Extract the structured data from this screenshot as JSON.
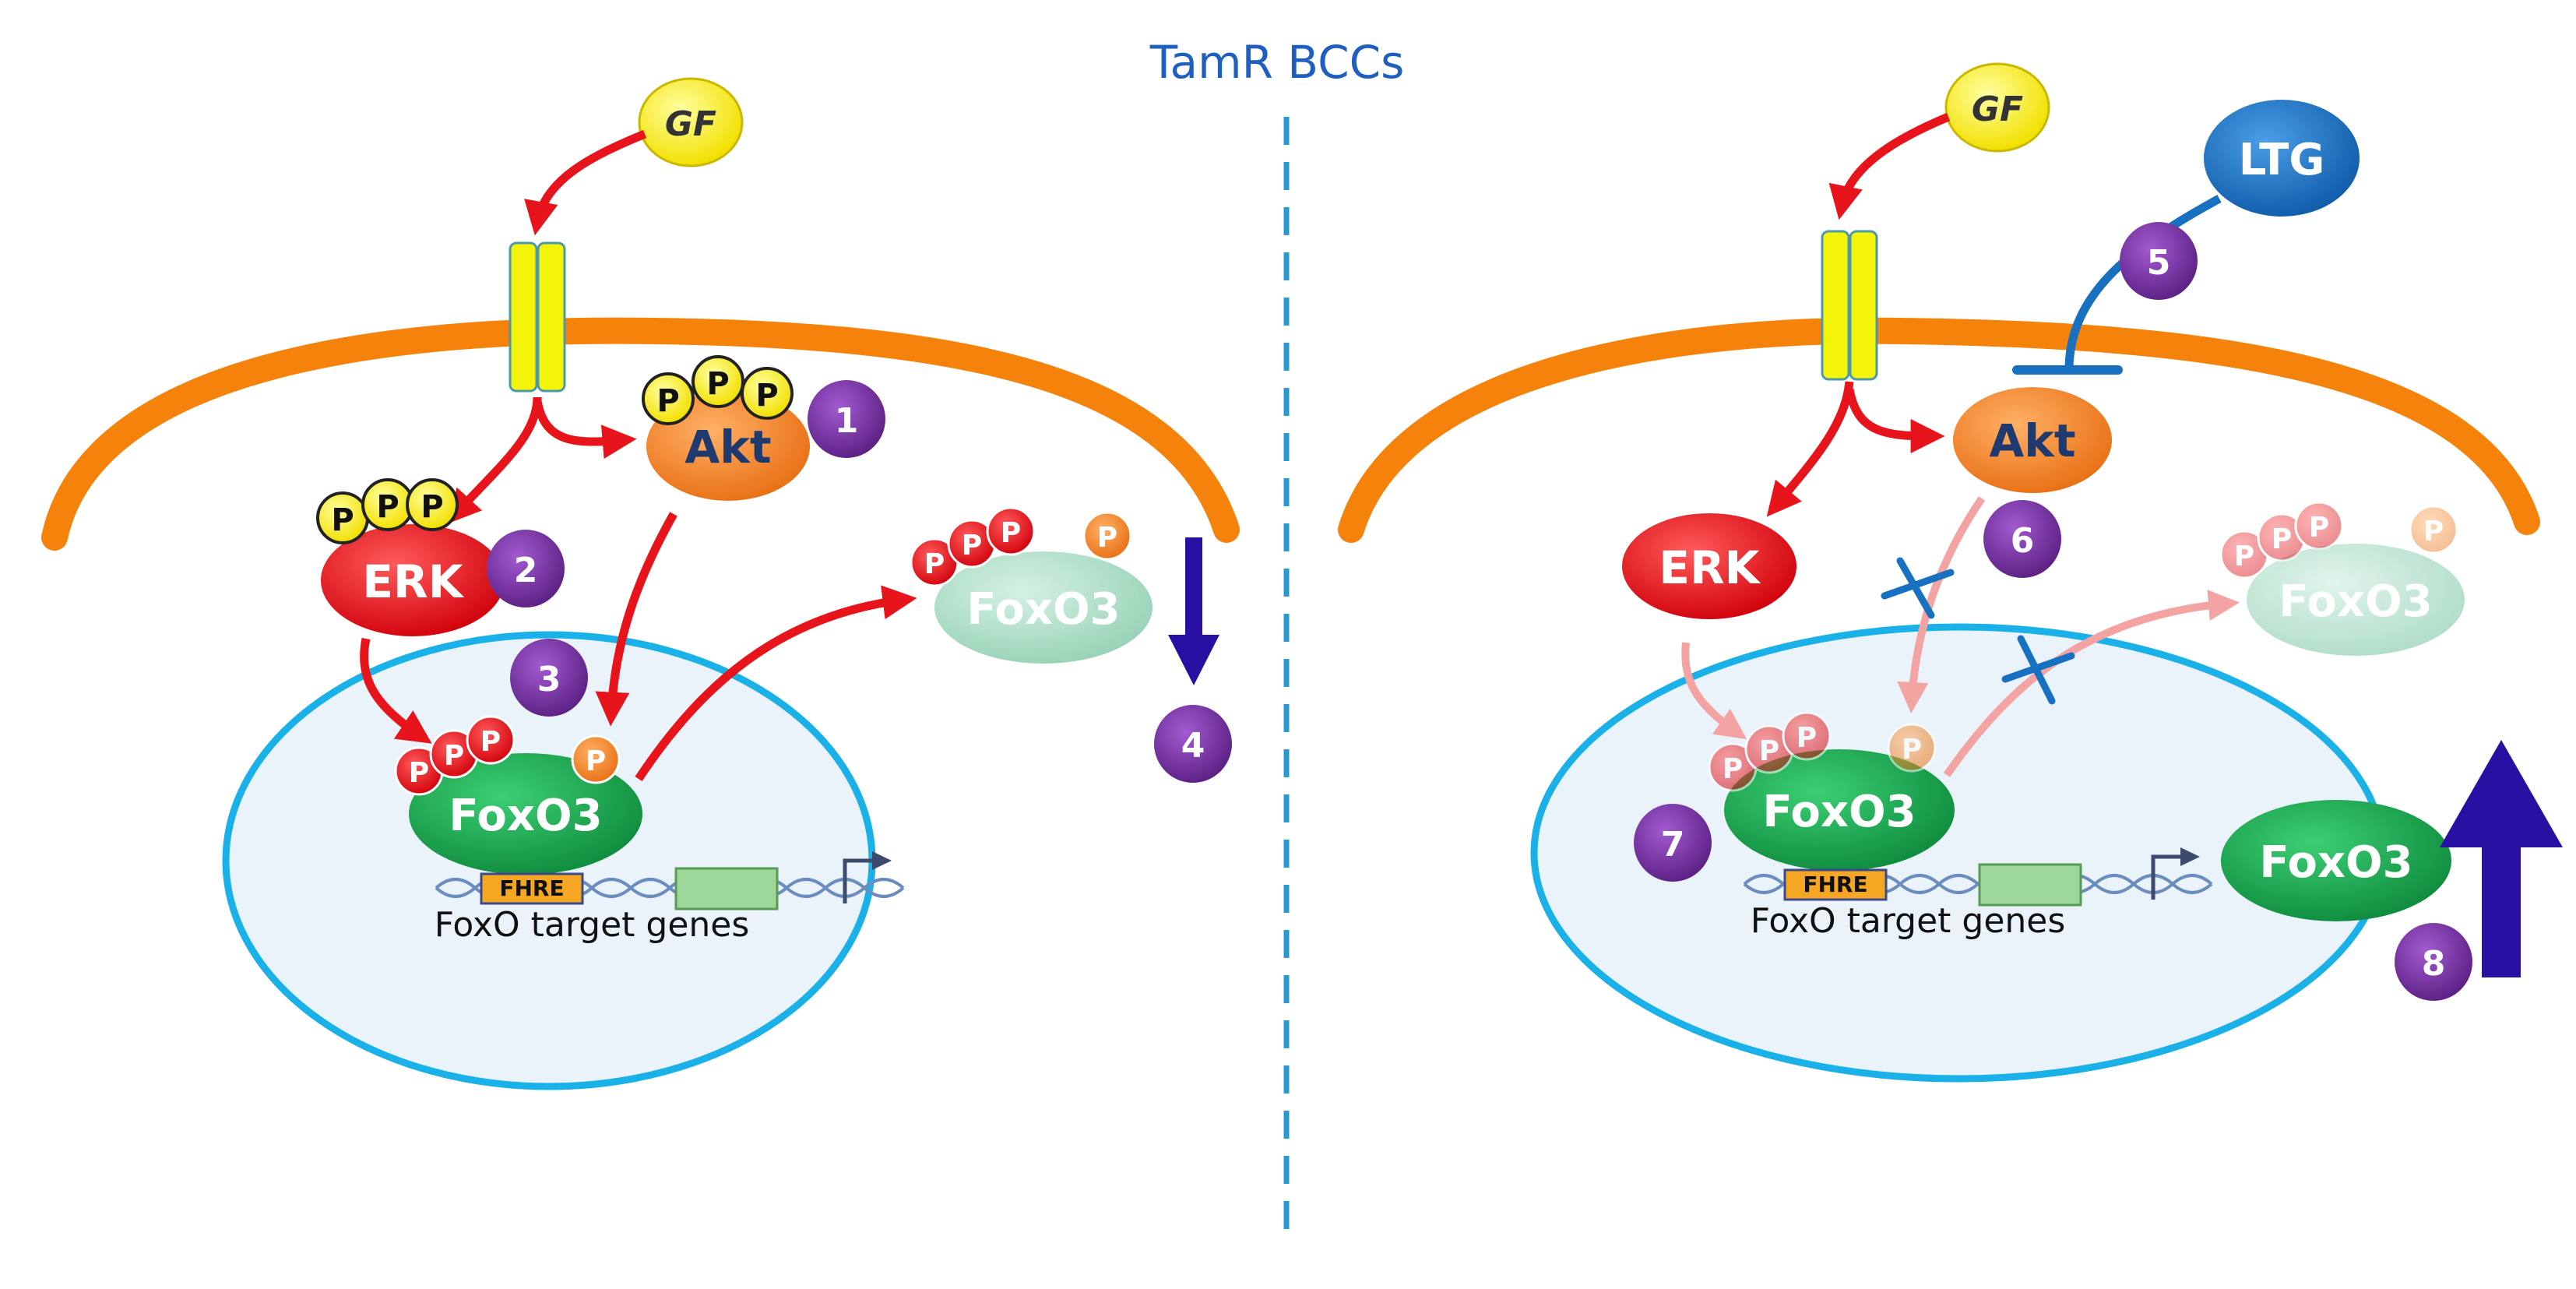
{
  "title": "TamR BCCs",
  "labels": {
    "gf": "GF",
    "ltg": "LTG",
    "akt": "Akt",
    "erk": "ERK",
    "foxo3": "FoxO3",
    "phospho": "P",
    "fhre": "FHRE",
    "target_genes": "FoxO target genes"
  },
  "steps": [
    "1",
    "2",
    "3",
    "4",
    "5",
    "6",
    "7",
    "8"
  ],
  "colors": {
    "title": "#1f5fbf",
    "membrane": "#f5820a",
    "nucleus_fill": "#eaf3fa",
    "nucleus_stroke": "#1ab0e8",
    "gf": "#ffee00",
    "receptor": "#f4f40a",
    "akt": "#f07e24",
    "erk": "#e3000b",
    "foxo3_nuclear": "#15a34a",
    "foxo3_cytosolic": "#a8dcc4",
    "phospho_red": "#e8101a",
    "phospho_orange": "#ef7d22",
    "phospho_yellow": "#ffee00",
    "step_badge": "#6e2a97",
    "arrow_red": "#e8141c",
    "arrow_faded": "#f4a3a3",
    "inhibit": "#1771c0",
    "ltg": "#1a70c4",
    "big_arrow": "#2a0fa3",
    "fhre_box": "#f5a623",
    "gene_box": "#9ed79a",
    "divider": "#2a9ad6"
  }
}
